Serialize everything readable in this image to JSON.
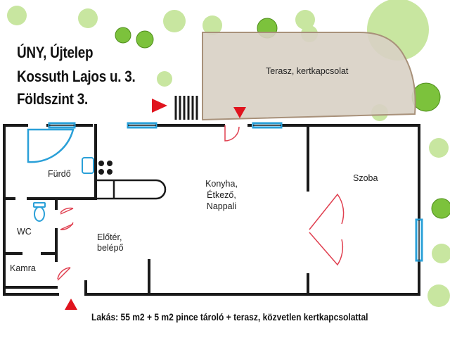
{
  "title": {
    "line1": "ÚNY, Újtelep",
    "line2": "Kossuth Lajos u. 3.",
    "line3": "Földszint 3."
  },
  "rooms": {
    "terrace": "Terasz, kertkapcsolat",
    "bathroom": "Fürdő",
    "wc": "WC",
    "pantry": "Kamra",
    "hall_line1": "Előtér,",
    "hall_line2": "belépő",
    "living_line1": "Konyha,",
    "living_line2": "Étkező,",
    "living_line3": "Nappali",
    "bedroom": "Szoba"
  },
  "footer": "Lakás: 55 m2 + 5 m2 pince tároló + terasz, közvetlen kertkapcsolattal",
  "colors": {
    "wall": "#1a1a1a",
    "window": "#2aa0d8",
    "door": "#e04050",
    "entrance_arrow": "#e0141e",
    "terrace_fill": "#d8d0c4",
    "terrace_stroke": "#a8917a",
    "tree_light": "#c8e6a0",
    "tree_dark": "#7cc23c"
  },
  "icons": [
    "entrance-arrow-icon",
    "stairs-icon",
    "stove-icon",
    "sink-icon",
    "toilet-icon",
    "tree-icon"
  ]
}
